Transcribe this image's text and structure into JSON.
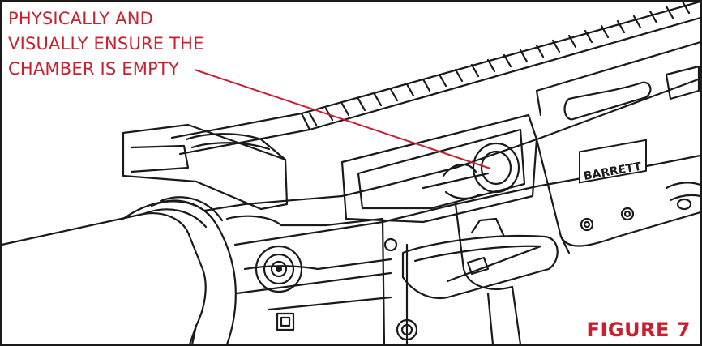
{
  "callout": {
    "lines": [
      "PHYSICALLY AND",
      "VISUALLY ENSURE THE",
      "CHAMBER IS EMPTY"
    ]
  },
  "figure_label": "FIGURE 7",
  "brand_logo_text": "BARRETT",
  "colors": {
    "accent": "#c8202f",
    "linework": "#1a1a1a",
    "background": "#ffffff"
  }
}
